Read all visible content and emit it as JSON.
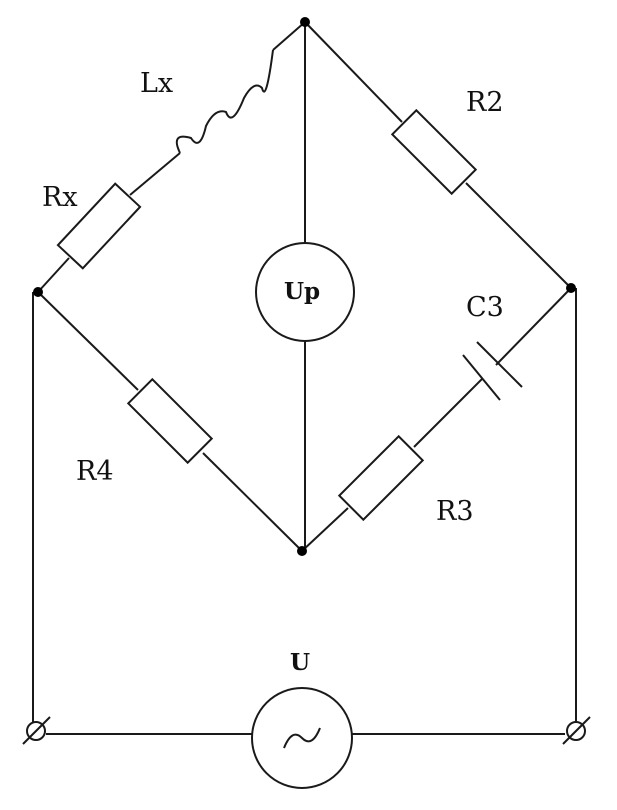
{
  "labels": {
    "lx": "Lx",
    "rx": "Rx",
    "r2": "R2",
    "c3": "C3",
    "r3": "R3",
    "r4": "R4",
    "up": "Up",
    "u": "U"
  }
}
